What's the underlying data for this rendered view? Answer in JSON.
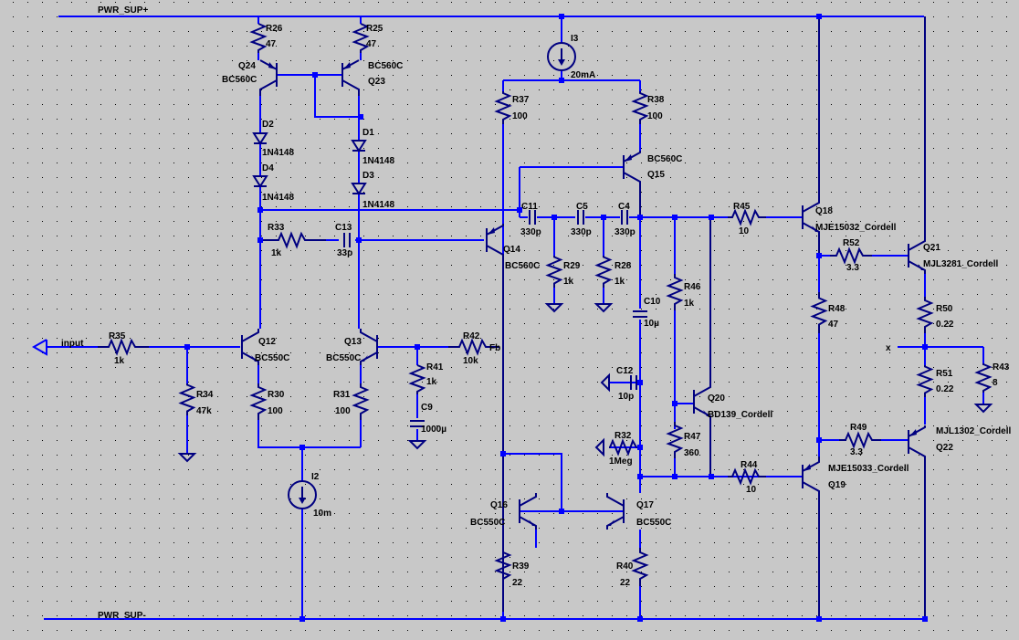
{
  "nets": {
    "pwr_pos": "PWR_SUP+",
    "pwr_neg": "PWR_SUP-",
    "input": "input",
    "fb": "Fb",
    "x": "x"
  },
  "parts": {
    "R26": {
      "name": "R26",
      "value": "47"
    },
    "R25": {
      "name": "R25",
      "value": "47"
    },
    "Q24": {
      "name": "Q24",
      "value": "BC560C"
    },
    "Q23": {
      "name": "Q23",
      "value": "BC560C"
    },
    "D1": {
      "name": "D1",
      "value": "1N4148"
    },
    "D2": {
      "name": "D2",
      "value": "1N4148"
    },
    "D3": {
      "name": "D3",
      "value": "1N4148"
    },
    "D4": {
      "name": "D4",
      "value": "1N4148"
    },
    "R33": {
      "name": "R33",
      "value": "1k"
    },
    "C13": {
      "name": "C13",
      "value": "33p"
    },
    "I3": {
      "name": "I3",
      "value": "20mA"
    },
    "R37": {
      "name": "R37",
      "value": "100"
    },
    "R38": {
      "name": "R38",
      "value": "100"
    },
    "Q15": {
      "name": "Q15",
      "value": "BC560C"
    },
    "Q14": {
      "name": "Q14",
      "value": "BC560C"
    },
    "C11": {
      "name": "C11",
      "value": "330p"
    },
    "C5": {
      "name": "C5",
      "value": "330p"
    },
    "C4": {
      "name": "C4",
      "value": "330p"
    },
    "R29": {
      "name": "R29",
      "value": "1k"
    },
    "R28": {
      "name": "R28",
      "value": "1k"
    },
    "R45": {
      "name": "R45",
      "value": "10"
    },
    "Q18": {
      "name": "Q18",
      "value": "MJE15032_Cordell"
    },
    "R52": {
      "name": "R52",
      "value": "3.3"
    },
    "Q21": {
      "name": "Q21",
      "value": "MJL3281_Cordell"
    },
    "R46": {
      "name": "R46",
      "value": "1k"
    },
    "R48": {
      "name": "R48",
      "value": "47"
    },
    "R50": {
      "name": "R50",
      "value": "0.22"
    },
    "C10": {
      "name": "C10",
      "value": "10µ"
    },
    "C12": {
      "name": "C12",
      "value": "10p"
    },
    "R43": {
      "name": "R43",
      "value": "8"
    },
    "R51": {
      "name": "R51",
      "value": "0.22"
    },
    "Q20": {
      "name": "Q20",
      "value": "BD139_Cordell"
    },
    "R32": {
      "name": "R32",
      "value": "1Meg"
    },
    "R47": {
      "name": "R47",
      "value": "360"
    },
    "R49": {
      "name": "R49",
      "value": "3.3"
    },
    "Q22": {
      "name": "Q22",
      "value": "MJL1302_Cordell"
    },
    "R44": {
      "name": "R44",
      "value": "10"
    },
    "Q19": {
      "name": "Q19",
      "value": "MJE15033_Cordell"
    },
    "R35": {
      "name": "R35",
      "value": "1k"
    },
    "Q12": {
      "name": "Q12",
      "value": "BC550C"
    },
    "Q13": {
      "name": "Q13",
      "value": "BC550C"
    },
    "R42": {
      "name": "R42",
      "value": "10k"
    },
    "R41": {
      "name": "R41",
      "value": "1k"
    },
    "R34": {
      "name": "R34",
      "value": "47k"
    },
    "R30": {
      "name": "R30",
      "value": "100"
    },
    "R31": {
      "name": "R31",
      "value": "100"
    },
    "C9": {
      "name": "C9",
      "value": "1000µ"
    },
    "I2": {
      "name": "I2",
      "value": "10m"
    },
    "Q16": {
      "name": "Q16",
      "value": "BC550C"
    },
    "Q17": {
      "name": "Q17",
      "value": "BC550C"
    },
    "R39": {
      "name": "R39",
      "value": "22"
    },
    "R40": {
      "name": "R40",
      "value": "22"
    }
  },
  "colors": {
    "background": "#c8c8c8",
    "wire": "#0000ff",
    "component": "#000080",
    "text": "#000000",
    "grid_dot": "#000000"
  }
}
